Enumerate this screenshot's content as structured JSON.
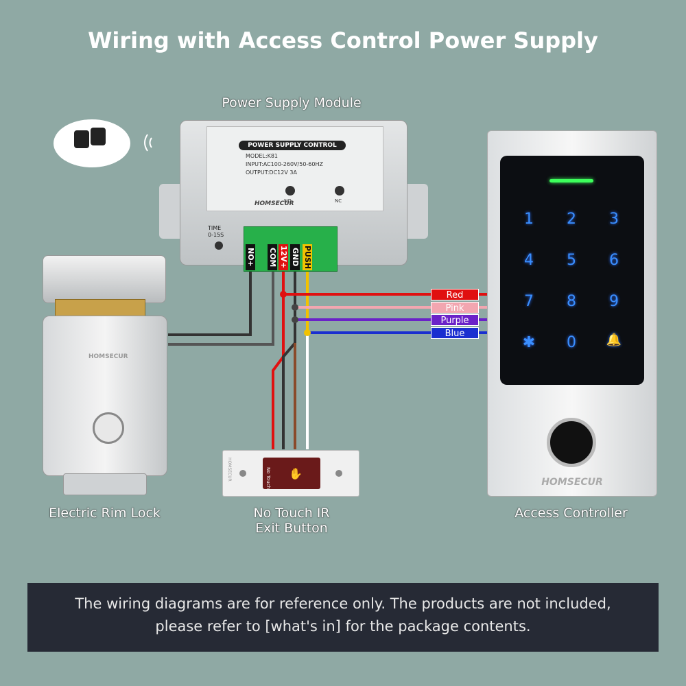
{
  "title": "Wiring with Access Control Power Supply",
  "power_supply": {
    "caption": "Power Supply Module",
    "label_plate": "POWER SUPPLY CONTROL",
    "model": "MODEL:K81",
    "input": "INPUT:AC100-260V/50-60HZ",
    "output": "OUTPUT:DC12V 3A",
    "no": "NO",
    "nc": "NC",
    "brand": "HOMSECUR",
    "time_label": "TIME",
    "time_range": "0-15S",
    "terminals": [
      "NO+",
      "COM",
      "12V+",
      "GND",
      "PUSH"
    ]
  },
  "lock": {
    "caption": "Electric Rim Lock",
    "brand": "HOMSECUR"
  },
  "exit_button": {
    "caption_line1": "No Touch IR",
    "caption_line2": "Exit Button",
    "button_text": "No Touch",
    "side_text": "HOMSECUR"
  },
  "controller": {
    "caption": "Access Controller",
    "brand": "HOMSECUR",
    "keys": [
      "1",
      "2",
      "3",
      "4",
      "5",
      "6",
      "7",
      "8",
      "9",
      "✱",
      "0",
      "🔔"
    ]
  },
  "wires": [
    {
      "label": "Red",
      "color": "#e01010"
    },
    {
      "label": "Pink",
      "color": "#f2a6b0"
    },
    {
      "label": "Purple",
      "color": "#6a22c8"
    },
    {
      "label": "Blue",
      "color": "#1a2fd0"
    }
  ],
  "footer": {
    "line1": "The wiring diagrams are for reference only. The products are not included,",
    "line2": "please refer to [what's in] for the package contents."
  }
}
